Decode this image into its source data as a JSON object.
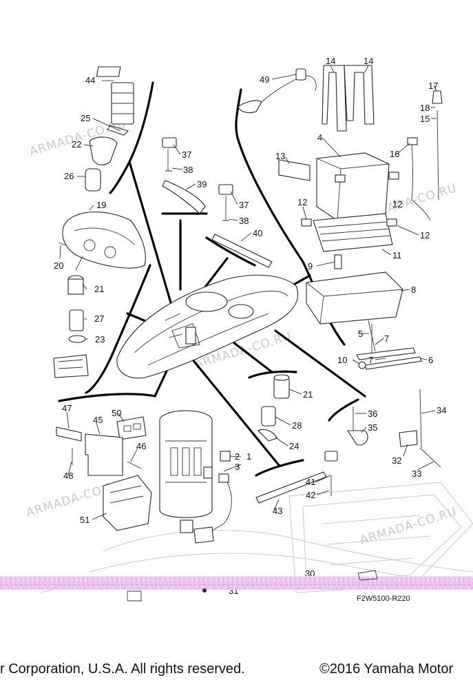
{
  "watermarks": [
    "ARMADA-CO.RU",
    "ARMADA-CO.RU",
    "ARMADA-CO.RU",
    "ARMADA-CO.RU",
    "ARMADA-CO.RU"
  ],
  "diagram_code": "F2W5100-R220",
  "footer": {
    "left": "r Corporation, U.S.A. All rights reserved.",
    "right": "©2016 Yamaha Motor"
  },
  "callouts": [
    "44",
    "25",
    "22",
    "26",
    "19",
    "20",
    "21",
    "27",
    "23",
    "37",
    "38",
    "39",
    "37",
    "38",
    "40",
    "49",
    "14",
    "14",
    "13",
    "4",
    "16",
    "17",
    "18",
    "15",
    "12",
    "12",
    "12",
    "11",
    "9",
    "8",
    "5",
    "7",
    "10",
    "7",
    "6",
    "21",
    "28",
    "24",
    "36",
    "35",
    "34",
    "32",
    "33",
    "47",
    "50",
    "45",
    "46",
    "48",
    "51",
    "2",
    "1",
    "3",
    "41",
    "42",
    "43",
    "30",
    "31"
  ],
  "colors": {
    "band": "#000000",
    "line": "#222222",
    "watermark": "#c9c9c9",
    "noise": "#d98be0"
  }
}
